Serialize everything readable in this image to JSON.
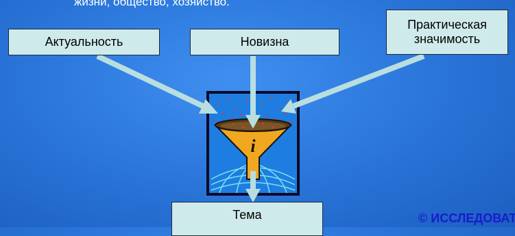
{
  "top_text": "жизни, общество, хозяйство.",
  "boxes": {
    "aktualnost": "Актуальность",
    "novizna": "Новизна",
    "prakticheskaya_line1": "Практическая",
    "prakticheskaya_line2": "значимость",
    "tema": "Тема"
  },
  "bottom_text": "© ИССЛЕДОВАТ",
  "colors": {
    "background": "#2c78dc",
    "box_fill": "#cfeaea",
    "arrow": "#b8dee0",
    "funnel": "#e8a020",
    "bottom_text": "#1a1ad0"
  },
  "icons": {
    "funnel": "info-funnel-icon"
  }
}
